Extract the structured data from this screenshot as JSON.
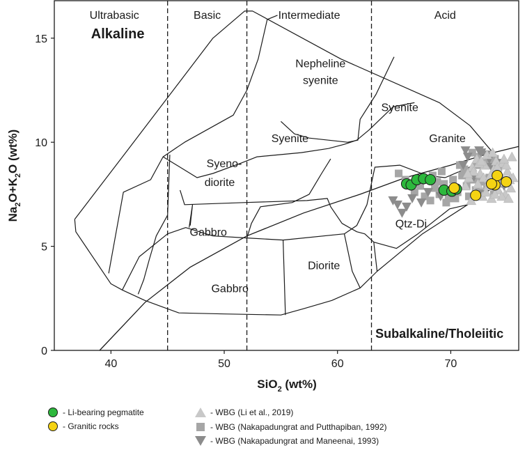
{
  "chart_data": {
    "type": "scatter",
    "title": "",
    "xlabel": "SiO",
    "xlabel_sub": "2",
    "xlabel_tail": " (wt%)",
    "ylabel_parts": [
      "Na",
      "2",
      "O+K",
      "2",
      "O (wt%)"
    ],
    "xlim": [
      35,
      76
    ],
    "ylim": [
      0,
      16.8
    ],
    "xticks": [
      40,
      50,
      60,
      70
    ],
    "yticks": [
      0,
      5,
      10,
      15
    ],
    "grid": false,
    "legend_position": "bottom",
    "region_headers": [
      {
        "label": "Ultrabasic",
        "x": 40.3
      },
      {
        "label": "Basic",
        "x": 48.5
      },
      {
        "label": "Intermediate",
        "x": 57.5
      },
      {
        "label": "Acid",
        "x": 69.5
      }
    ],
    "divider_sio2": [
      45,
      52,
      63
    ],
    "field_labels": [
      {
        "text": "Alkaline",
        "x": 40.6,
        "y": 15.0,
        "bold": true,
        "size": 20
      },
      {
        "text": "Subalkaline/Tholeiitic",
        "x": 69.0,
        "y": 0.6,
        "bold": true,
        "size": 18
      },
      {
        "text": "Nepheline",
        "x": 58.5,
        "y": 13.6,
        "size": 16
      },
      {
        "text": "syenite",
        "x": 58.5,
        "y": 12.8,
        "size": 16
      },
      {
        "text": "Syenite",
        "x": 65.5,
        "y": 11.5,
        "size": 16
      },
      {
        "text": "Syenite",
        "x": 55.8,
        "y": 10.0,
        "size": 16
      },
      {
        "text": "Granite",
        "x": 69.7,
        "y": 10.0,
        "size": 16
      },
      {
        "text": "Syeno-",
        "x": 50.0,
        "y": 8.8,
        "size": 16
      },
      {
        "text": "diorite",
        "x": 49.6,
        "y": 7.9,
        "size": 16
      },
      {
        "text": "Gabbro",
        "x": 48.6,
        "y": 5.5,
        "size": 16
      },
      {
        "text": "Qtz-Di",
        "x": 66.5,
        "y": 5.9,
        "size": 16
      },
      {
        "text": "Diorite",
        "x": 58.8,
        "y": 3.9,
        "size": 16
      },
      {
        "text": "Gabbro",
        "x": 50.5,
        "y": 2.8,
        "size": 16
      }
    ],
    "boundaries": [
      [
        [
          36.8,
          6.3
        ],
        [
          36.9,
          5.7
        ],
        [
          40.0,
          3.2
        ],
        [
          41.0,
          2.9
        ],
        [
          43.0,
          2.4
        ],
        [
          44.5,
          2.1
        ],
        [
          46.0,
          1.8
        ],
        [
          50.0,
          1.75
        ],
        [
          55.0,
          1.7
        ],
        [
          57.0,
          2.0
        ],
        [
          59.5,
          2.4
        ],
        [
          62.0,
          3.0
        ],
        [
          63.5,
          3.8
        ],
        [
          67.5,
          5.6
        ],
        [
          71.5,
          7.0
        ],
        [
          74.5,
          8.1
        ]
      ],
      [
        [
          36.8,
          6.3
        ],
        [
          41.3,
          9.5
        ],
        [
          49.0,
          15.0
        ],
        [
          51.8,
          16.3
        ],
        [
          52.5,
          16.3
        ],
        [
          60.3,
          14.0
        ],
        [
          69.0,
          11.9
        ],
        [
          71.7,
          10.8
        ],
        [
          74.5,
          9.0
        ]
      ],
      [
        [
          39.8,
          3.7
        ],
        [
          41.1,
          7.6
        ],
        [
          43.5,
          8.2
        ],
        [
          44.6,
          9.3
        ],
        [
          46.5,
          10.0
        ],
        [
          50.8,
          11.3
        ],
        [
          52.0,
          12.5
        ],
        [
          53.0,
          14.0
        ],
        [
          53.8,
          15.9
        ],
        [
          54.7,
          16.1
        ]
      ],
      [
        [
          41.0,
          2.9
        ],
        [
          42.5,
          4.5
        ],
        [
          45.0,
          5.6
        ],
        [
          46.6,
          5.9
        ],
        [
          49.0,
          5.5
        ],
        [
          52.0,
          5.4
        ],
        [
          55.2,
          5.3
        ],
        [
          60.6,
          5.6
        ],
        [
          61.7,
          6.0
        ],
        [
          62.6,
          7.0
        ],
        [
          63.3,
          8.8
        ],
        [
          65.5,
          8.9
        ],
        [
          67.9,
          8.4
        ],
        [
          69.5,
          8.3
        ],
        [
          72.5,
          9.0
        ],
        [
          73.8,
          9.3
        ]
      ],
      [
        [
          44.6,
          9.3
        ],
        [
          47.6,
          8.3
        ],
        [
          49.0,
          8.5
        ],
        [
          51.5,
          9.0
        ],
        [
          52.9,
          9.3
        ],
        [
          56.8,
          9.5
        ],
        [
          59.2,
          9.7
        ],
        [
          60.6,
          9.9
        ],
        [
          61.7,
          10.1
        ],
        [
          62.8,
          10.6
        ],
        [
          64.9,
          11.7
        ],
        [
          66.8,
          11.9
        ]
      ],
      [
        [
          46.1,
          7.7
        ],
        [
          46.5,
          7.0
        ],
        [
          51.7,
          7.1
        ],
        [
          57.3,
          7.2
        ],
        [
          59.1,
          7.3
        ],
        [
          59.4,
          6.9
        ],
        [
          60.4,
          6.1
        ],
        [
          61.7,
          5.7
        ],
        [
          62.4,
          5.6
        ],
        [
          63.2,
          5.2
        ],
        [
          65.2,
          4.9
        ],
        [
          67.1,
          5.6
        ],
        [
          69.9,
          6.8
        ],
        [
          71.5,
          7.0
        ]
      ],
      [
        [
          52.0,
          5.4
        ],
        [
          52.4,
          6.1
        ],
        [
          53.2,
          6.9
        ],
        [
          56.0,
          7.1
        ],
        [
          57.5,
          7.5
        ],
        [
          58.6,
          8.5
        ],
        [
          59.4,
          9.2
        ]
      ],
      [
        [
          55.2,
          5.3
        ],
        [
          55.4,
          1.7
        ]
      ],
      [
        [
          60.6,
          5.6
        ],
        [
          61.3,
          3.8
        ],
        [
          62.0,
          3.0
        ]
      ],
      [
        [
          63.2,
          5.2
        ],
        [
          63.5,
          3.8
        ]
      ],
      [
        [
          45.2,
          9.4
        ],
        [
          45.0,
          6.5
        ],
        [
          44.0,
          5.5
        ],
        [
          43.4,
          4.4
        ],
        [
          42.9,
          3.4
        ],
        [
          42.4,
          2.7
        ]
      ],
      [
        [
          47.0,
          6.0
        ],
        [
          47.2,
          7.0
        ],
        [
          46.9,
          5.9
        ]
      ],
      [
        [
          55.0,
          11.0
        ],
        [
          56.2,
          10.4
        ],
        [
          57.5,
          10.2
        ],
        [
          60.9,
          10.0
        ],
        [
          61.8,
          10.1
        ],
        [
          62.0,
          11.1
        ],
        [
          63.4,
          12.3
        ],
        [
          64.9,
          14.0
        ],
        [
          65.0,
          14.1
        ]
      ]
    ],
    "alkaline_curve": [
      [
        39.0,
        0
      ],
      [
        43.0,
        2.3
      ],
      [
        47.0,
        4.0
      ],
      [
        52.0,
        5.5
      ],
      [
        57.0,
        6.6
      ],
      [
        62.0,
        7.5
      ],
      [
        66.0,
        8.3
      ],
      [
        70.0,
        8.9
      ],
      [
        73.0,
        9.4
      ],
      [
        76.0,
        9.8
      ]
    ],
    "series": [
      {
        "name": "- Li-bearing pegmatite",
        "marker": "circle",
        "color": "#2db83d",
        "x": [
          66.1,
          66.5,
          67.0,
          67.6,
          68.2,
          69.4,
          70.1,
          70.5
        ],
        "y": [
          8.0,
          7.95,
          8.2,
          8.25,
          8.2,
          7.7,
          7.65,
          7.75
        ]
      },
      {
        "name": "- Granitic rocks",
        "marker": "circle",
        "color": "#f5d313",
        "x": [
          70.3,
          72.2,
          73.9,
          74.1,
          74.9,
          73.6
        ],
        "y": [
          7.8,
          7.45,
          7.95,
          8.4,
          8.1,
          8.0
        ]
      },
      {
        "name": "- WBG (Li et al., 2019)",
        "marker": "triangle-up",
        "color": "#c8c8c8",
        "x": [
          71.3,
          71.6,
          71.9,
          72.1,
          72.3,
          72.6,
          72.8,
          73.0,
          73.2,
          73.4,
          73.6,
          73.8,
          74.0,
          74.2,
          74.4,
          74.6,
          74.8,
          75.0,
          75.2,
          75.4,
          71.8,
          72.4,
          72.9,
          73.3,
          73.7,
          74.1,
          74.5,
          74.9,
          75.3,
          72.0,
          72.5,
          73.1,
          73.5,
          74.3,
          74.7,
          75.1,
          72.7,
          73.9,
          71.5,
          75.5
        ],
        "y": [
          7.9,
          8.3,
          8.8,
          7.6,
          9.2,
          8.5,
          7.4,
          8.9,
          9.4,
          8.1,
          7.3,
          8.7,
          9.1,
          7.7,
          8.4,
          9.0,
          7.5,
          8.6,
          8.2,
          9.3,
          7.2,
          8.0,
          8.3,
          7.9,
          9.5,
          8.8,
          7.4,
          8.9,
          7.8,
          8.6,
          9.0,
          7.6,
          8.4,
          8.1,
          9.2,
          7.3,
          9.1,
          7.5,
          8.5,
          8.3
        ]
      },
      {
        "name": "- WBG (Nakapadungrat and Putthapiban, 1992)",
        "marker": "square",
        "color": "#a6a6a6",
        "x": [
          65.4,
          66.0,
          66.8,
          67.3,
          67.7,
          68.2,
          68.6,
          69.0,
          69.4,
          69.8,
          70.2,
          70.6,
          71.0,
          71.4,
          71.8,
          72.2,
          72.6,
          73.0,
          73.4,
          73.8,
          74.2,
          74.6,
          68.4,
          69.2,
          70.0,
          70.8,
          71.6,
          72.4,
          73.2,
          74.0,
          69.6,
          71.2,
          72.0,
          72.8,
          68.8,
          70.4,
          73.6,
          71.9,
          72.3,
          73.9
        ],
        "y": [
          8.5,
          8.2,
          7.6,
          7.9,
          7.4,
          7.2,
          7.8,
          7.5,
          8.0,
          7.3,
          8.2,
          7.6,
          8.4,
          7.9,
          8.6,
          7.7,
          8.1,
          9.0,
          8.3,
          7.5,
          8.8,
          8.0,
          8.4,
          8.6,
          7.7,
          8.9,
          7.4,
          9.3,
          7.9,
          8.5,
          7.1,
          8.7,
          8.2,
          7.6,
          8.1,
          7.3,
          9.1,
          9.5,
          8.9,
          9.2
        ]
      },
      {
        "name": "- WBG (Nakapadungrat and Maneenai, 1993)",
        "marker": "triangle-down",
        "color": "#8c8c8c",
        "x": [
          64.9,
          65.3,
          65.7,
          66.1,
          66.6,
          67.4,
          68.0,
          69.1,
          70.3,
          71.1,
          71.5,
          72.0,
          72.5,
          72.9,
          73.4,
          73.8,
          74.3,
          74.7,
          71.3,
          72.7,
          73.1,
          73.6
        ],
        "y": [
          7.2,
          7.0,
          6.6,
          6.9,
          7.3,
          7.1,
          7.6,
          7.4,
          7.6,
          8.9,
          9.3,
          8.3,
          9.6,
          7.5,
          9.2,
          8.6,
          9.0,
          7.9,
          9.6,
          9.5,
          9.4,
          8.8
        ]
      }
    ]
  }
}
